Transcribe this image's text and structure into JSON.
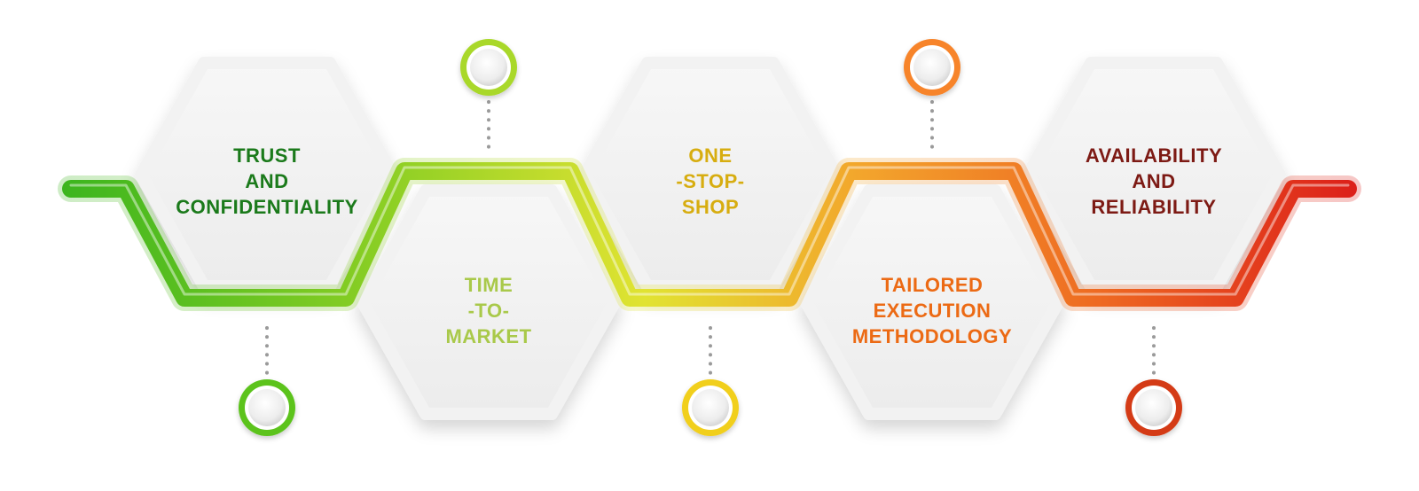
{
  "diagram": {
    "steps": [
      {
        "id": "trust",
        "lines": [
          "TRUST",
          "AND",
          "CONFIDENTIALITY"
        ],
        "color": "#1b7a1b",
        "path_color": "#4cc21e",
        "ring_color": "#5cc31c"
      },
      {
        "id": "time-to-market",
        "lines": [
          "TIME",
          "-TO-",
          "MARKET"
        ],
        "color": "#a9c94a",
        "path_color": "#b5dd2c",
        "ring_color": "#a9d82a"
      },
      {
        "id": "one-stop-shop",
        "lines": [
          "ONE",
          "-STOP-",
          "SHOP"
        ],
        "color": "#d7ad10",
        "path_color": "#e4e232",
        "ring_color": "#f1cf1c"
      },
      {
        "id": "tailored-execution",
        "lines": [
          "TAILORED",
          "EXECUTION",
          "METHODOLOGY"
        ],
        "color": "#ec6a14",
        "path_color": "#f49a2e",
        "ring_color": "#f7842c"
      },
      {
        "id": "availability",
        "lines": [
          "AVAILABILITY",
          "AND",
          "RELIABILITY"
        ],
        "color": "#7d1a14",
        "path_color": "#dc2a1c",
        "ring_color": "#d43a14"
      }
    ]
  }
}
